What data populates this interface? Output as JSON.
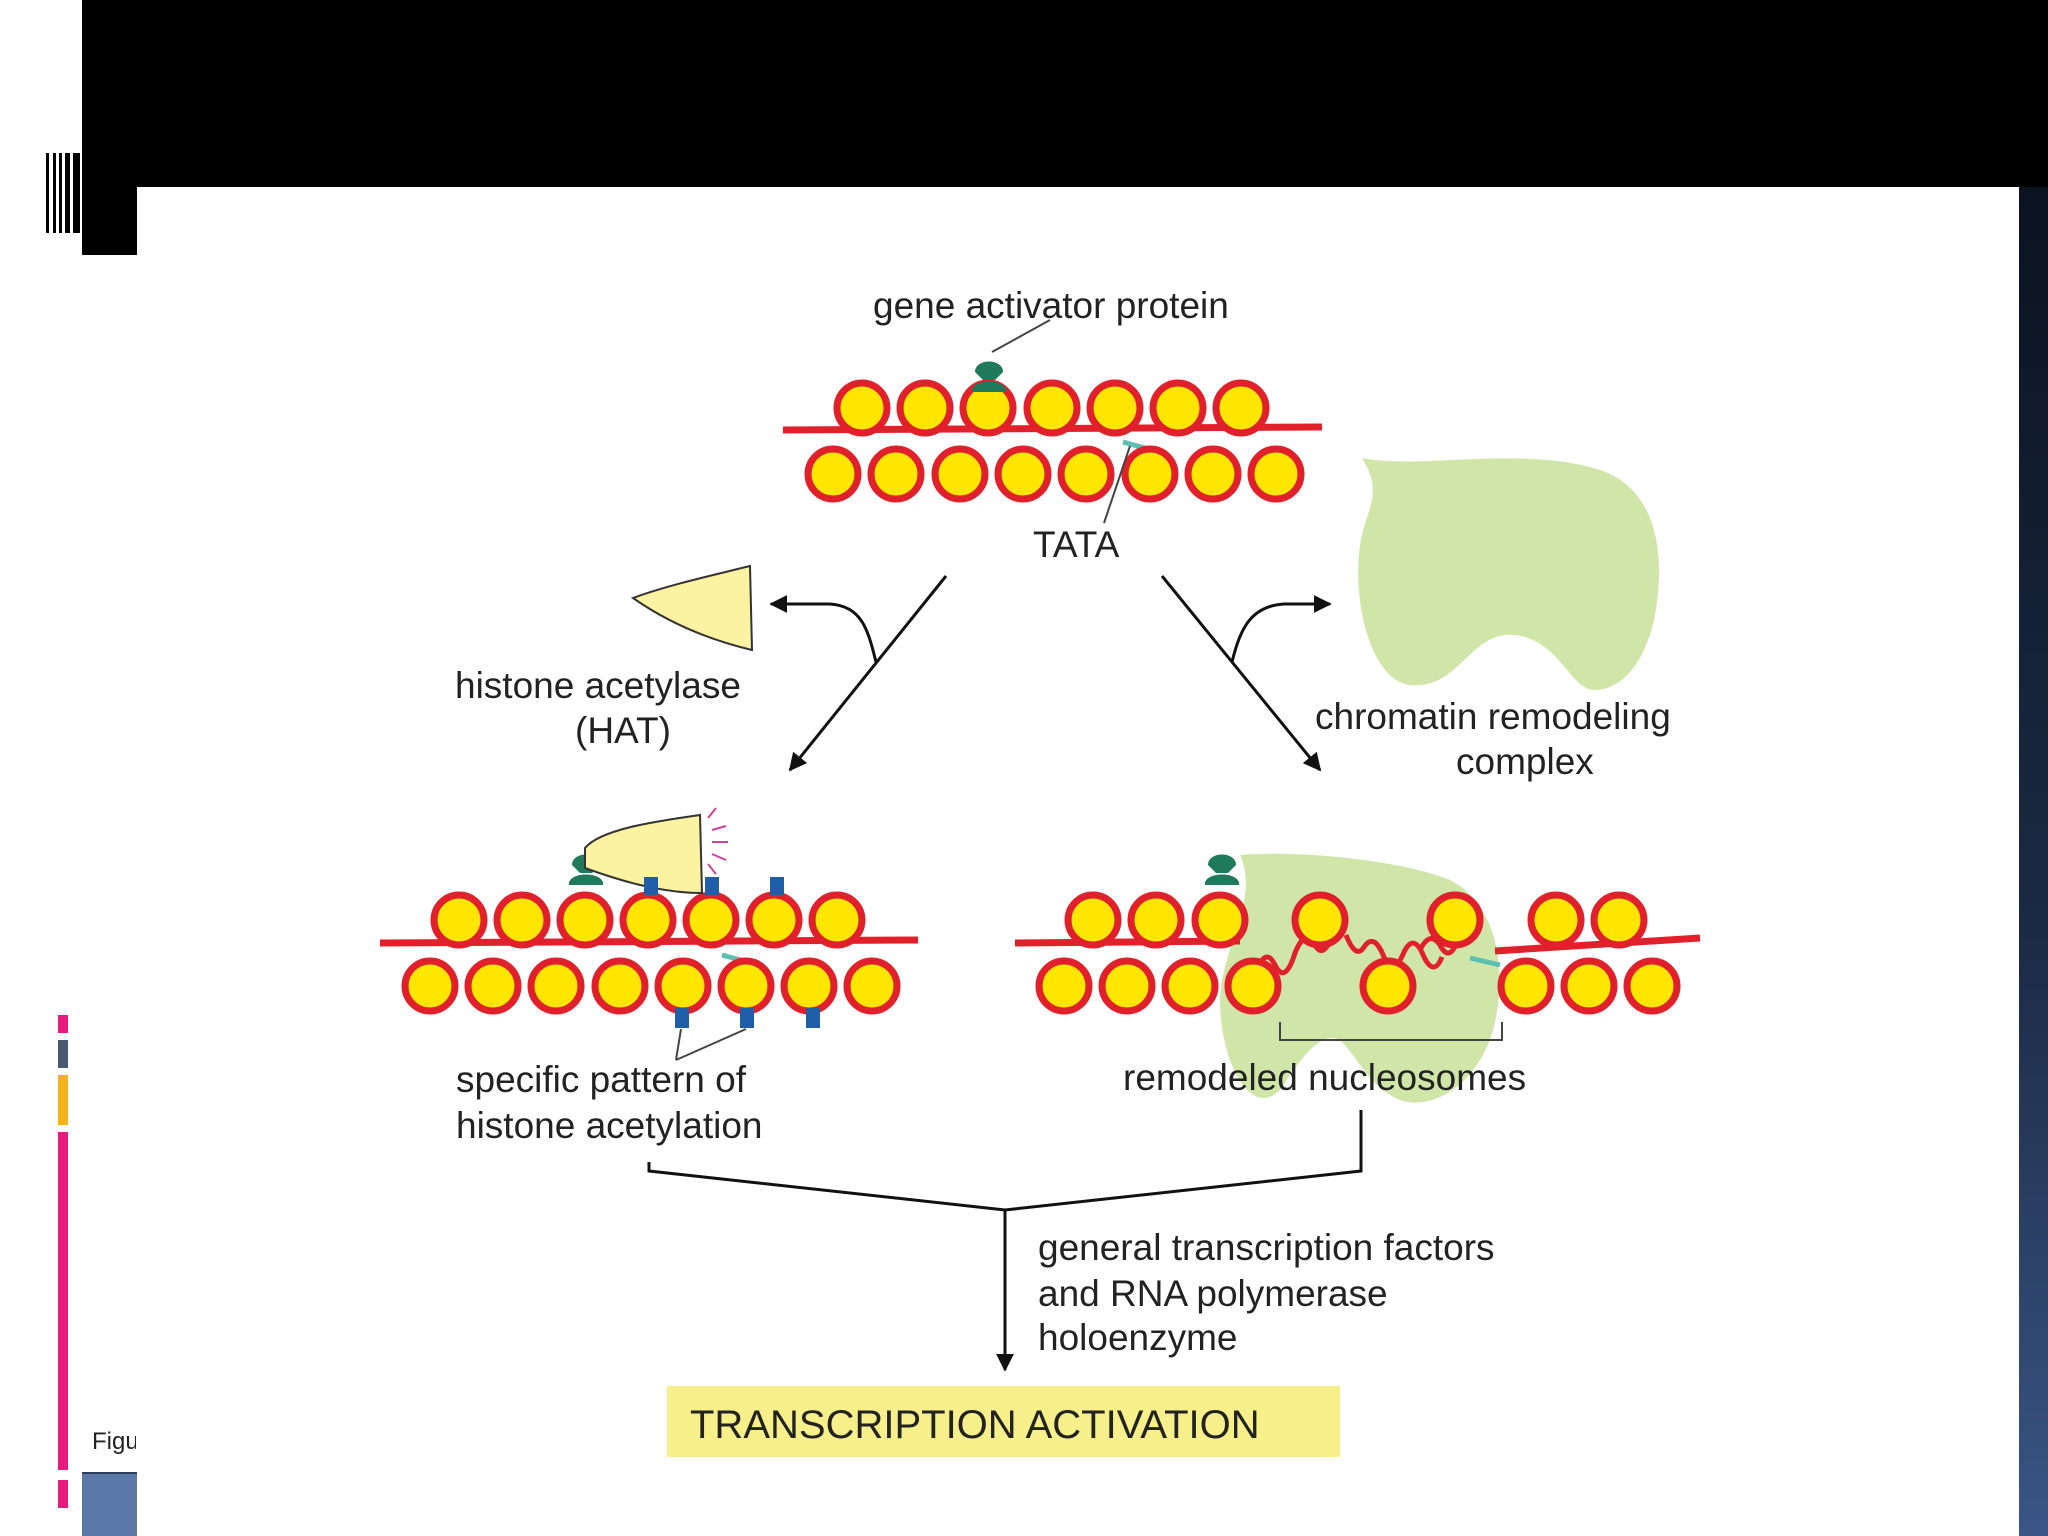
{
  "diagram": {
    "labels": {
      "activator": "gene activator protein",
      "tata": "TATA",
      "hat_line1": "histone acetylase",
      "hat_line2": "(HAT)",
      "remodel_line1": "chromatin remodeling",
      "remodel_line2": "complex",
      "acetylation_line1": "specific pattern of",
      "acetylation_line2": "histone acetylation",
      "remodeled": "remodeled nucleosomes",
      "factors_line1": "general transcription factors",
      "factors_line2": "and RNA polymerase",
      "factors_line3": "holoenzyme",
      "result": "TRANSCRIPTION ACTIVATION"
    },
    "figure_caption": "Figu"
  },
  "colors": {
    "nucleosome_fill": "#ffe600",
    "nucleosome_ring": "#e0202a",
    "dna": "#e0202a",
    "activator": "#1f7a5c",
    "hat": "#fbf3a1",
    "remodeling_complex": "#cfe6a8",
    "acetyl_mark": "#1f5ea8",
    "result_box": "#f7f08a",
    "header": "#000000",
    "accent_pink": "#e61c7c",
    "accent_orange": "#f6b21a",
    "accent_slate": "#4a5870"
  }
}
